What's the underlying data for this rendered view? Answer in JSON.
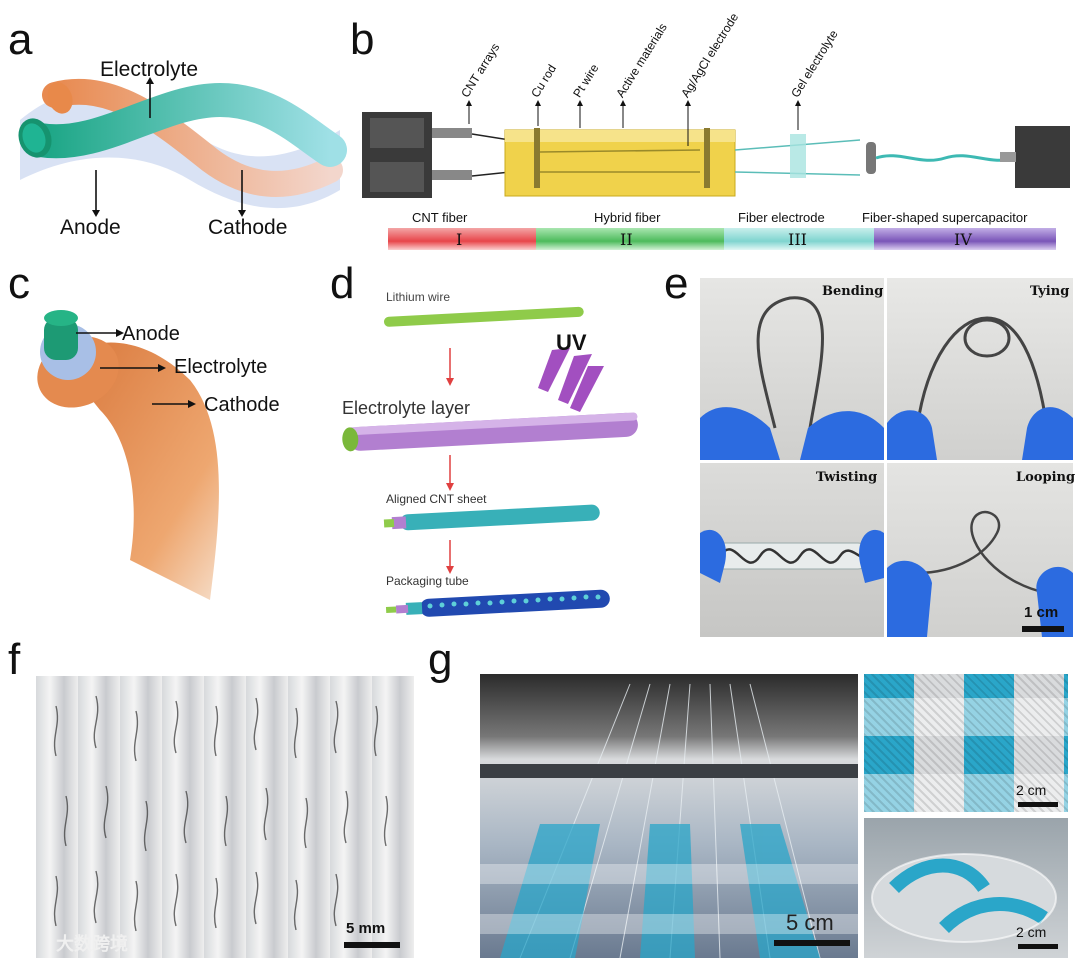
{
  "panels": {
    "a": "a",
    "b": "b",
    "c": "c",
    "d": "d",
    "e": "e",
    "f": "f",
    "g": "g"
  },
  "panel_a": {
    "electrolyte": "Electrolyte",
    "anode": "Anode",
    "cathode": "Cathode"
  },
  "panel_b": {
    "callouts": [
      "CNT arrays",
      "Cu rod",
      "Pt wire",
      "Active materials",
      "Ag/AgCl electrode",
      "Gel electrolyte"
    ],
    "stages": [
      {
        "label": "CNT fiber",
        "numeral": "I",
        "color": "#e8454a"
      },
      {
        "label": "Hybrid fiber",
        "numeral": "II",
        "color": "#4dbb5c"
      },
      {
        "label": "Fiber electrode",
        "numeral": "III",
        "color": "#7fd4cf"
      },
      {
        "label": "Fiber-shaped supercapacitor",
        "numeral": "IV",
        "color": "#7a55b8"
      }
    ]
  },
  "panel_c": {
    "anode": "Anode",
    "electrolyte": "Electrolyte",
    "cathode": "Cathode"
  },
  "panel_d": {
    "lithium": "Lithium wire",
    "uv": "UV",
    "electrolyte_layer": "Electrolyte layer",
    "cnt_sheet": "Aligned CNT sheet",
    "packaging": "Packaging tube"
  },
  "panel_e": {
    "bending": "Bending",
    "tying": "Tying",
    "twisting": "Twisting",
    "looping": "Looping",
    "scale": "1 cm"
  },
  "panel_f": {
    "scale": "5 mm",
    "watermark": "大数跨境"
  },
  "panel_g": {
    "scale_main": "5 cm",
    "scale_top": "2 cm",
    "scale_bottom": "2 cm"
  },
  "colors": {
    "anode": "#1fa78a",
    "cathode": "#e8894a",
    "electrolyte": "#b9cbe8",
    "glove": "#2c6be0",
    "cnt_blue": "#2aa6c9"
  }
}
